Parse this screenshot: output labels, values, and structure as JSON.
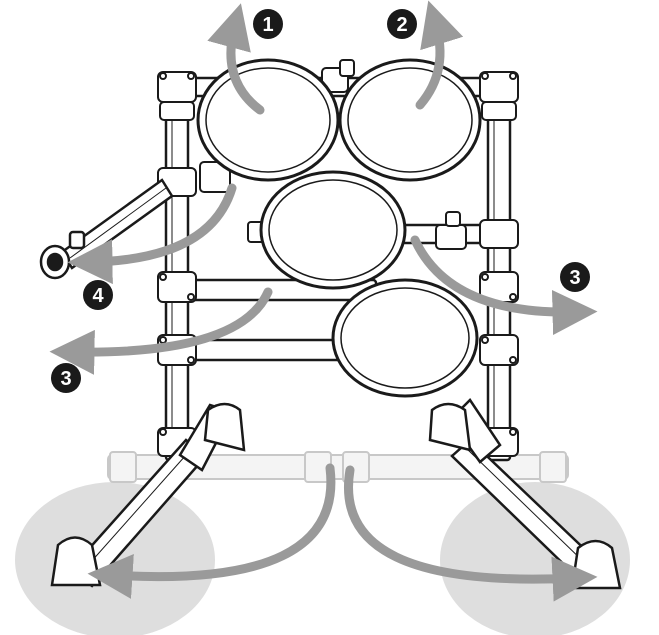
{
  "steps": {
    "step1": "1",
    "step2": "2",
    "step3_right": "3",
    "step3_left": "3",
    "step4": "4"
  },
  "colors": {
    "outline": "#1a1a1a",
    "arrow": "#9a9a9a",
    "shadow_area": "#dedede",
    "ghost_frame": "#c8c8c8",
    "pad_fill": "#ffffff",
    "badge": "#1a1a1a"
  },
  "icons": {
    "step_badge": "black-circle-number",
    "arrow": "curved-gray-arrow"
  }
}
